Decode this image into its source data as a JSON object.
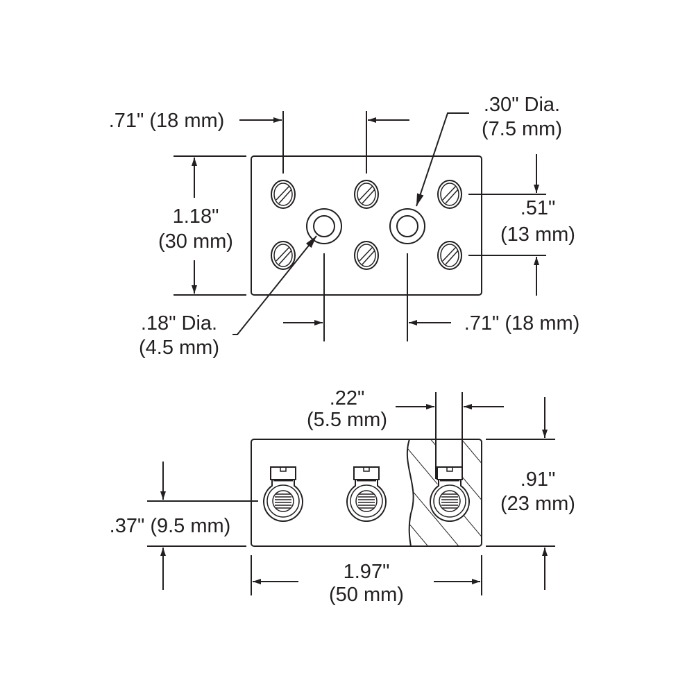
{
  "top_view": {
    "spacing_left": ".71\" (18 mm)",
    "large_hole_dia": ".30\" Dia.",
    "large_hole_dia_mm": "(7.5 mm)",
    "height_in": "1.18\"",
    "height_mm": "(30 mm)",
    "row_spacing_in": ".51\"",
    "row_spacing_mm": "(13 mm)",
    "small_hole_dia": ".18\" Dia.",
    "small_hole_dia_mm": "(4.5 mm)",
    "hole_spacing": ".71\" (18 mm)"
  },
  "side_view": {
    "slot_width_in": ".22\"",
    "slot_width_mm": "(5.5 mm)",
    "height_in": ".91\"",
    "height_mm": "(23 mm)",
    "terminal_height": ".37\" (9.5 mm)",
    "length_in": "1.97\"",
    "length_mm": "(50 mm)"
  }
}
